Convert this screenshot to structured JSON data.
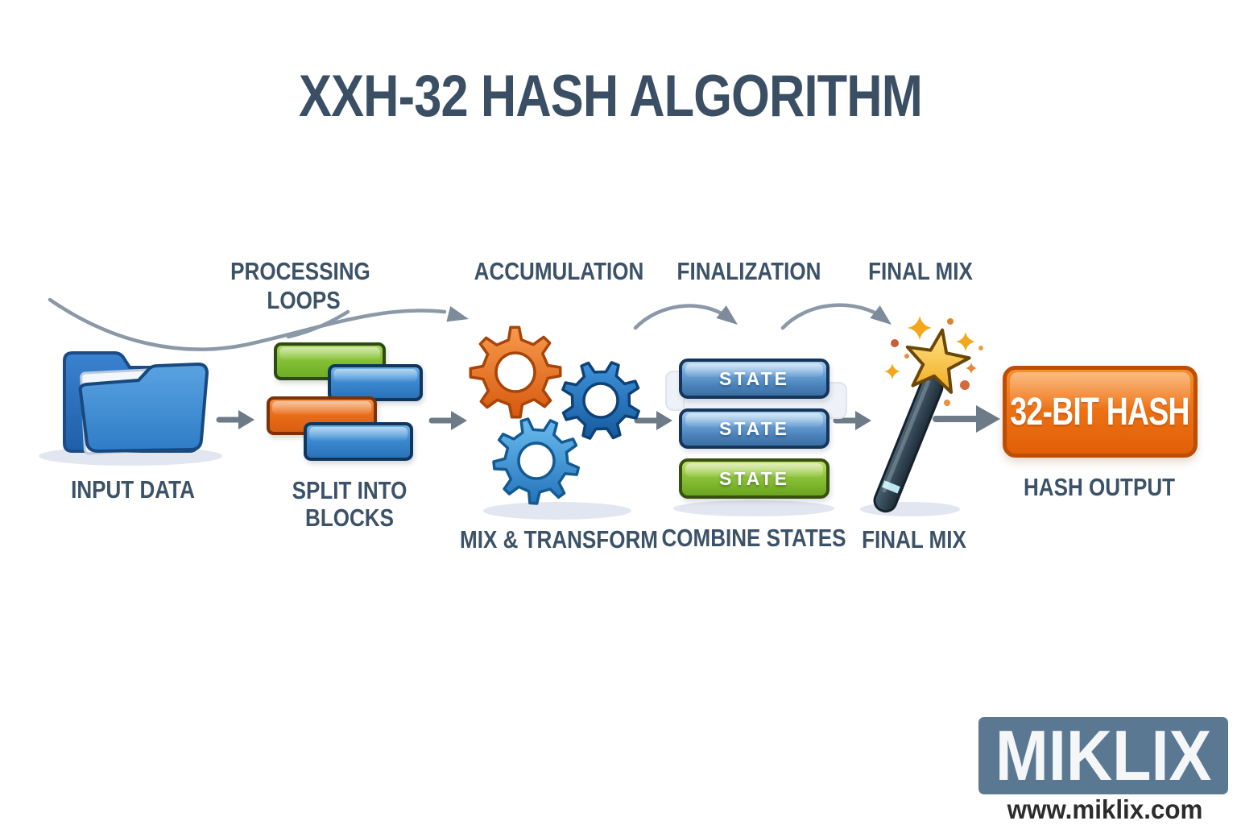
{
  "title": "XXH-32 HASH ALGORITHM",
  "flow": {
    "input": {
      "caption": "INPUT DATA"
    },
    "split": {
      "top_label_line1": "PROCESSING",
      "top_label_line2": "LOOPS",
      "caption_line1": "SPLIT INTO",
      "caption_line2": "BLOCKS"
    },
    "mix": {
      "top_label": "ACCUMULATION",
      "caption": "MIX & TRANSFORM"
    },
    "combine": {
      "top_label": "FINALIZATION",
      "caption": "COMBINE STATES",
      "state_labels": [
        "STATE",
        "STATE",
        "STATE"
      ]
    },
    "final": {
      "top_label": "FINAL MIX",
      "caption": "FINAL MIX"
    },
    "output": {
      "box_label": "32-BIT HASH",
      "caption": "HASH OUTPUT"
    }
  },
  "branding": {
    "logo": "MIKLIX",
    "website": "www.miklix.com"
  },
  "colors": {
    "title_text": "#3a4f63",
    "label_text": "#3c5268",
    "arrow": "#6d7b89",
    "blue": "#2f86d0",
    "green": "#7cb82e",
    "orange": "#e2661c",
    "hash_box_fill": "#ed7214",
    "hash_box_border": "#bc4e06",
    "state_blue_border": "#16355a",
    "state_green_border": "#394f10",
    "logo_background": "#5b7893",
    "shadow": "#e2e6f0"
  }
}
